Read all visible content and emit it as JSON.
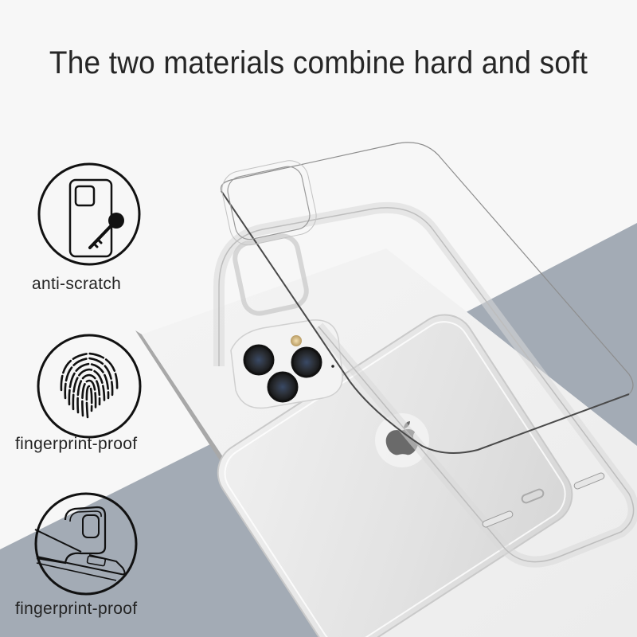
{
  "headline": "The two materials combine hard and soft",
  "features": [
    {
      "label": "anti-scratch",
      "icon": "phone-key-icon"
    },
    {
      "label": "fingerprint-proof",
      "icon": "fingerprint-icon"
    },
    {
      "label": "fingerprint-proof",
      "icon": "flexible-case-icon"
    }
  ],
  "colors": {
    "background": "#f7f7f7",
    "slate": "#a3abb5",
    "pedestal_top": "#f1f1f1",
    "pedestal_side": "#a9a9a9",
    "text": "#242424"
  },
  "product": {
    "name": "clear phone case",
    "parts": [
      "hard back panel",
      "soft TPU bumper frame",
      "phone"
    ]
  }
}
